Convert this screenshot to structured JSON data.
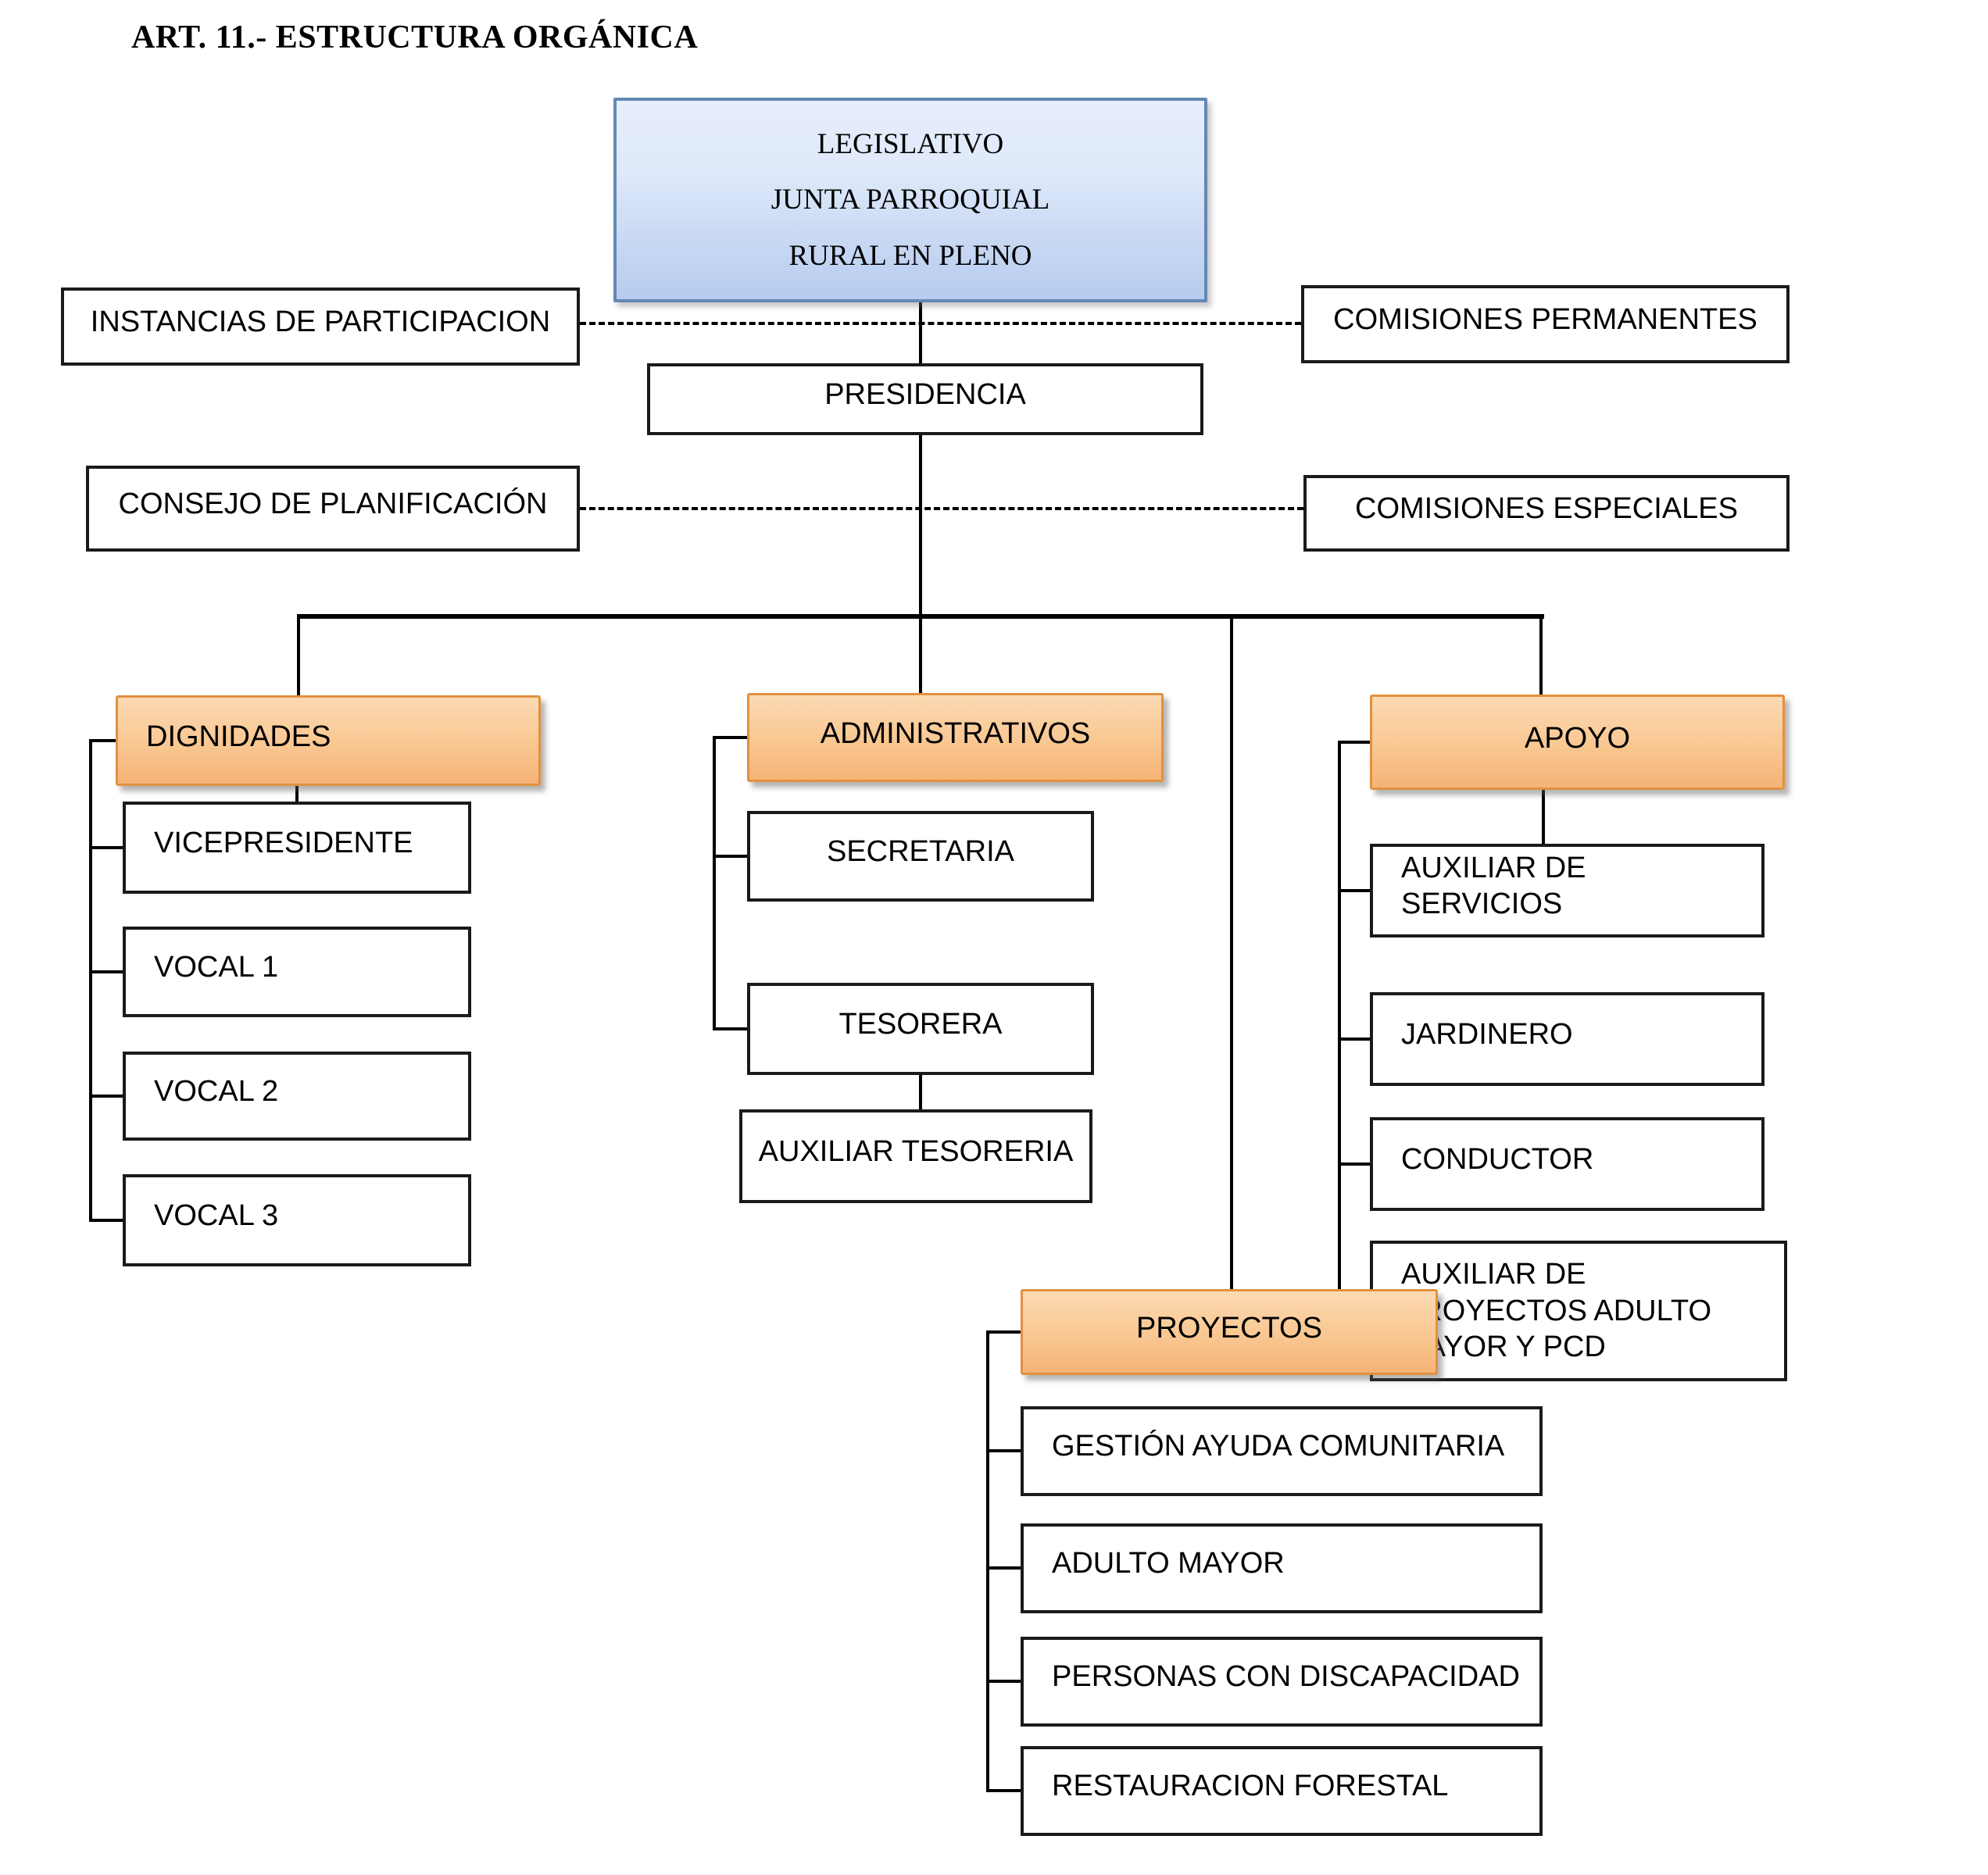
{
  "title": "ART. 11.- ESTRUCTURA ORGÁNICA",
  "root": {
    "line1": "LEGISLATIVO",
    "line2": "JUNTA PARROQUIAL",
    "line3": "RURAL EN PLENO"
  },
  "level1": {
    "presidencia": "PRESIDENCIA",
    "left": [
      "INSTANCIAS DE PARTICIPACION",
      "CONSEJO DE PLANIFICACIÓN"
    ],
    "right": [
      "COMISIONES PERMANENTES",
      "COMISIONES ESPECIALES"
    ]
  },
  "groups": {
    "dignidades": {
      "header": "DIGNIDADES",
      "children": [
        "VICEPRESIDENTE",
        "VOCAL 1",
        "VOCAL 2",
        "VOCAL 3"
      ]
    },
    "administrativos": {
      "header": "ADMINISTRATIVOS",
      "children": [
        "SECRETARIA",
        "TESORERA"
      ],
      "tesorera_sub": "AUXILIAR TESORERIA"
    },
    "apoyo": {
      "header": "APOYO",
      "children": [
        "AUXILIAR DE SERVICIOS",
        "JARDINERO",
        "CONDUCTOR",
        "AUXILIAR DE PROYECTOS ADULTO MAYOR Y PCD"
      ]
    },
    "proyectos": {
      "header": "PROYECTOS",
      "children": [
        "GESTIÓN AYUDA COMUNITARIA",
        "ADULTO MAYOR",
        "PERSONAS CON DISCAPACIDAD",
        "RESTAURACION FORESTAL"
      ]
    }
  },
  "colors": {
    "blue-top": "#dfe9fa",
    "blue-bottom": "#b6cbee",
    "blue-border": "#6488b4",
    "orange-top": "#fcdab4",
    "orange-bottom": "#f5b377",
    "orange-border": "#e2913f",
    "line": "#000000"
  }
}
